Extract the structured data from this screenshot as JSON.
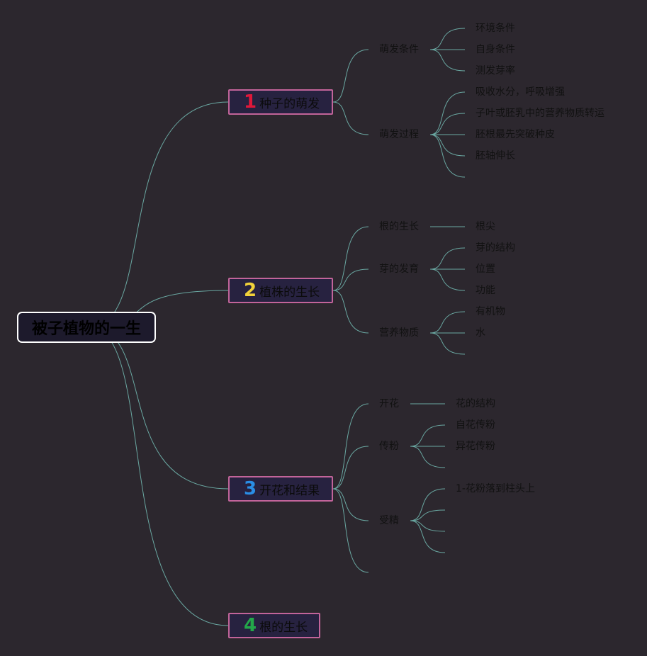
{
  "root": {
    "label": "被子植物的一生"
  },
  "colors": {
    "background": "#2c272e",
    "connector": "#6aa8a2",
    "branch_border": "#c2649a",
    "branch_fill": "#272240",
    "root_border": "#ffffff"
  },
  "branches": [
    {
      "number": "1",
      "number_color": "#e0183a",
      "label": "种子的萌发",
      "children": [
        {
          "label": "萌发条件",
          "leaves": [
            "环境条件",
            "自身条件",
            "测发芽率"
          ],
          "empty_leaves": 0
        },
        {
          "label": "萌发过程",
          "leaves": [
            "吸收水分，呼吸增强",
            "子叶或胚乳中的营养物质转运",
            "胚根最先突破种皮",
            "胚轴伸长"
          ],
          "empty_leaves": 1
        }
      ]
    },
    {
      "number": "2",
      "number_color": "#f2d23a",
      "label": "植株的生长",
      "children": [
        {
          "label": "根的生长",
          "leaves": [
            "根尖"
          ],
          "empty_leaves": 0
        },
        {
          "label": "芽的发育",
          "leaves": [
            "芽的结构",
            "位置",
            "功能"
          ],
          "empty_leaves": 0
        },
        {
          "label": "营养物质",
          "leaves": [
            "有机物",
            "水"
          ],
          "empty_leaves": 1
        }
      ]
    },
    {
      "number": "3",
      "number_color": "#2a8ee6",
      "label": "开花和结果",
      "children": [
        {
          "label": "开花",
          "leaves": [
            "花的结构"
          ],
          "empty_leaves": 0
        },
        {
          "label": "传粉",
          "leaves": [
            "自花传粉",
            "异花传粉"
          ],
          "empty_leaves": 1
        },
        {
          "label": "受精",
          "leaves": [
            "1-花粉落到柱头上"
          ],
          "empty_leaves": 3
        }
      ],
      "empty_children": 1
    },
    {
      "number": "4",
      "number_color": "#23a84a",
      "label": "根的生长",
      "children": []
    }
  ]
}
